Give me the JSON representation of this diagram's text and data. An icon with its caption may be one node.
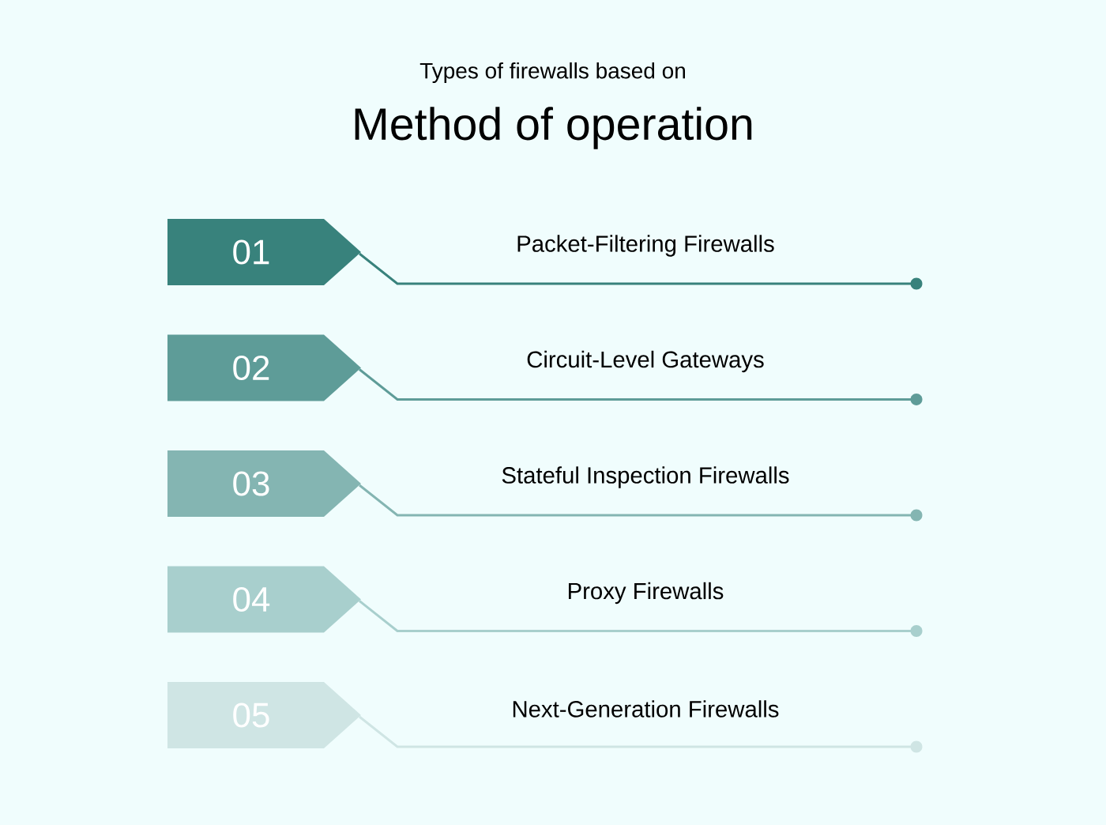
{
  "diagram": {
    "title": "Method of operation",
    "labels": [
      "Types of firewalls based on",
      "Packet-Filtering Firewalls",
      "Circuit-Level Gateways",
      "Stateful Inspection Firewalls",
      "Proxy Firewalls",
      "Next-Generation Firewalls"
    ],
    "nodes": [
      {
        "text": [
          "01"
        ]
      },
      {
        "text": [
          "02"
        ]
      },
      {
        "text": [
          "03"
        ]
      },
      {
        "text": [
          "04"
        ]
      },
      {
        "text": [
          "05"
        ]
      }
    ]
  }
}
